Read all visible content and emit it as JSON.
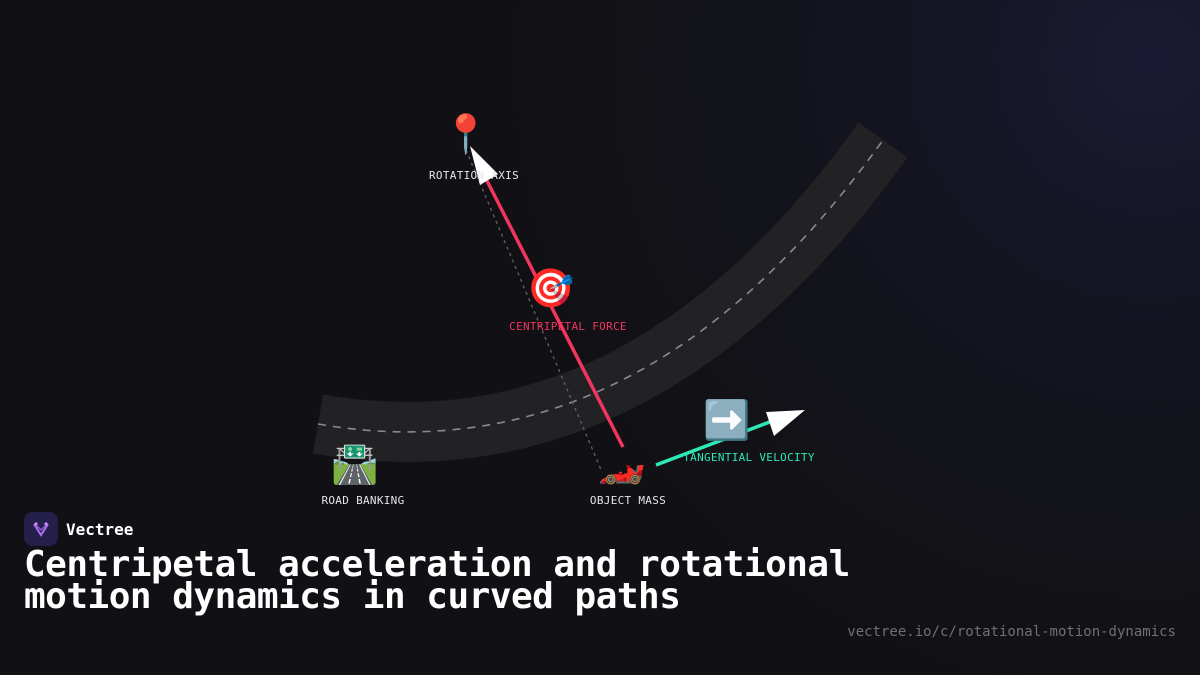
{
  "brand": {
    "name": "Vectree",
    "icon": "vectree-logo-icon"
  },
  "title": "Centripetal acceleration and rotational motion dynamics in curved paths",
  "url": "vectree.io/c/rotational-motion-dynamics",
  "nodes": {
    "rotation_axis": {
      "label": "ROTATION AXIS",
      "icon": "📍"
    },
    "centripetal_force": {
      "label": "CENTRIPETAL FORCE",
      "icon": "🎯"
    },
    "tangential_velocity": {
      "label": "TANGENTIAL VELOCITY",
      "icon": "➡️"
    },
    "object_mass": {
      "label": "OBJECT MASS",
      "icon": "🏎️"
    },
    "road_banking": {
      "label": "ROAD BANKING",
      "icon": "🛣️"
    }
  },
  "colors": {
    "background": "#111115",
    "road": "#222224",
    "centripetal": "#f0355f",
    "tangential": "#2ee8b8",
    "label": "#e6e6e6"
  }
}
